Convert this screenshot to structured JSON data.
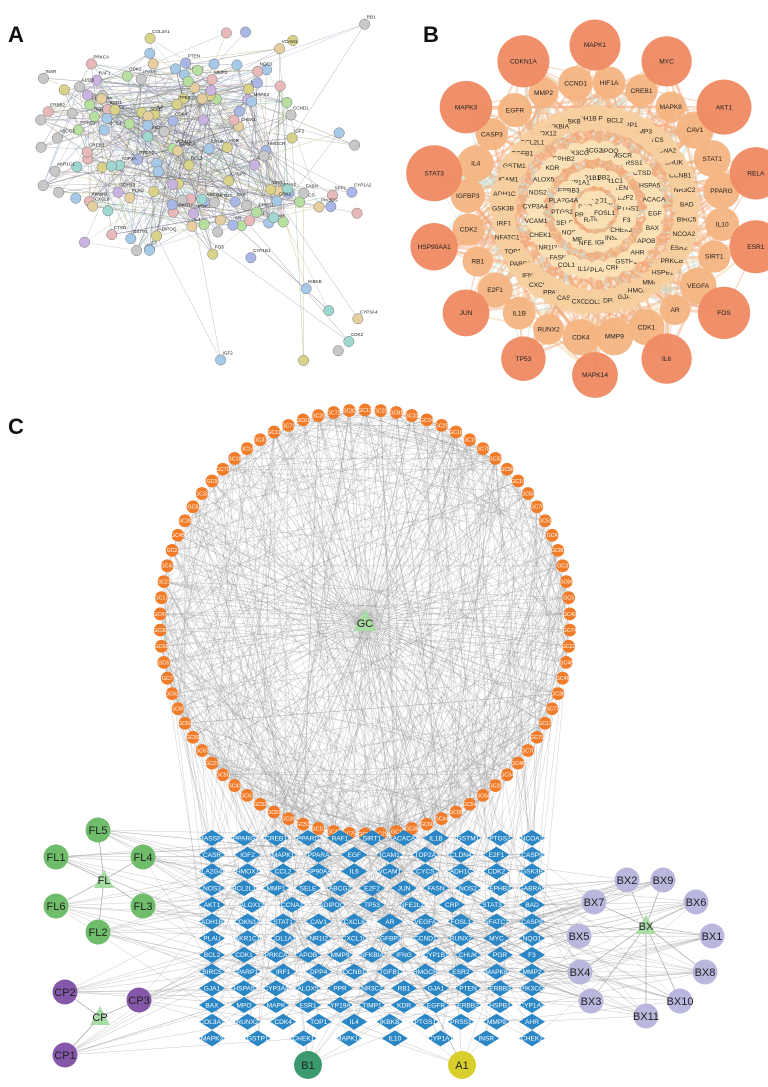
{
  "panels": {
    "a": "A",
    "b": "B",
    "c": "C"
  },
  "colors": {
    "gc_node": "#f07c2a",
    "target_node": "#2a86c4",
    "edge": "#9a9a9a",
    "fl": "#6fbd6a",
    "cp": "#8457a8",
    "bx": "#b9b7dd",
    "b1": "#3a9a6e",
    "a1": "#d9cf2c",
    "hub": "#a9dba4"
  },
  "panel_a": {
    "labels": [
      "IGF2",
      "CDK2",
      "CYCS",
      "CHUK",
      "CCNA2",
      "CDK4",
      "FOS",
      "BCL2",
      "NQO1",
      "ADH1C",
      "ADH1B",
      "MPO",
      "HMOX1",
      "ESR1",
      "PPARG",
      "PLA2G4A",
      "PTGS2",
      "ALOX5",
      "CHEK1",
      "RAF1",
      "VCAM1",
      "ALOX12",
      "CDKN1A",
      "NFE2L2",
      "TOP2A",
      "IL4",
      "HMGCR",
      "ADIPOQ",
      "COL3A1",
      "CREB1",
      "CCND1",
      "CXCL8",
      "CTSD",
      "ABCG2",
      "SIRT1",
      "ABCC1",
      "PRKCA",
      "IL6",
      "GSTP1",
      "PLAU",
      "ERBB2",
      "CRP",
      "APOB",
      "MAPK3",
      "TP53",
      "CASP3",
      "PTEN",
      "MMP2",
      "AR",
      "SELE",
      "KDR",
      "ICAM1",
      "ACACA",
      "FASN",
      "NR3C2",
      "IGF2",
      "F3",
      "CDK1",
      "EPHB2",
      "PRSS1",
      "SPP1",
      "GSTM1",
      "CYP1B1",
      "CYP1A2",
      "CYP3A4",
      "VCAM1",
      "RB1",
      "AKR1C1",
      "ABCG2",
      "IKBKB",
      "PIK3CG",
      "EGF",
      "INSR"
    ]
  },
  "panel_b": {
    "outer_nodes": [
      "MAPK1",
      "MYC",
      "AKT1",
      "RELA",
      "ESR1",
      "FOS",
      "IL6",
      "MAPK14",
      "TP53",
      "JUN",
      "HSP90AA1",
      "STAT3",
      "MAPK3",
      "CDKN1A",
      "HIF1A",
      "CREB1",
      "MAPK8",
      "CAV1",
      "STAT1",
      "PPARG",
      "IL10",
      "SIRT1",
      "VEGFA",
      "AR",
      "CDK1",
      "MMP9",
      "CDK4",
      "RUNX2",
      "IL1B",
      "E2F1",
      "RB1",
      "CDK2",
      "IGFBP3",
      "IL4",
      "CASP3",
      "EGFR",
      "MMP2",
      "CCND1",
      "BCL2",
      "SPP1",
      "MMP3",
      "CYCS",
      "CCNA2",
      "CHUK",
      "CCNB1",
      "NR3C2",
      "BAD",
      "BIRC5",
      "NCOA2",
      "ESR2",
      "PRKCB",
      "HSPB1",
      "MMP1",
      "HMOX1",
      "GJA1",
      "DPP4",
      "COL3A1",
      "CXCL8",
      "CASP8",
      "PPARA",
      "CXCL10",
      "IFNG",
      "PARP1",
      "TOP1",
      "NFATC1",
      "IRF1",
      "GSK3B",
      "ADH1C",
      "ICAM1",
      "GSTM1",
      "TGFB1",
      "BCL2L1",
      "ALOX12",
      "NFKBIA",
      "IKBKB",
      "ADH1B",
      "TOP2A"
    ],
    "inner_nodes": [
      "BAX",
      "APOB",
      "AHR",
      "GSTP1",
      "CRP",
      "PLAU",
      "IL1A",
      "COL1A1",
      "FASN",
      "NR1I2",
      "CHEK1",
      "VCAM1",
      "CYP3A4",
      "NOS2",
      "ALOX5",
      "KDR",
      "EPHB2",
      "PIK3CG",
      "ABCG2",
      "ADIPOQ",
      "HMGCR",
      "PRSS1",
      "CTSD",
      "HSPA5",
      "ACACA",
      "EGF",
      "F3",
      "CHEK2",
      "INSR",
      "IGF2",
      "NFE2L2",
      "MPO",
      "NOS3",
      "SELE",
      "PTGS2",
      "PLA2G4A",
      "ERBB3",
      "CYP1A1",
      "CYP1B1",
      "ERBB2",
      "AKR1C1",
      "PTEN",
      "E2F2",
      "PTGS1",
      "FOSL1",
      "TIMP1",
      "RAF1",
      "PRKCA",
      "PGR",
      "CCL2",
      "NQO1",
      "CHUK"
    ]
  },
  "panel_c": {
    "hub_labels": {
      "gc": "GC",
      "fl": "FL",
      "cp": "CP",
      "bx": "BX",
      "b1": "B1",
      "a1": "A1"
    },
    "gc_nodes": [
      "GC13",
      "GC23",
      "GC81",
      "GC31",
      "GC24",
      "GC25",
      "GC16",
      "GC15",
      "GC78",
      "GC32",
      "GC56",
      "GC19",
      "GC58",
      "GC76",
      "GC51",
      "GC4",
      "GC80",
      "GC3",
      "GC66",
      "GC5",
      "GC42",
      "GC74",
      "GC22",
      "GC48",
      "GC49",
      "GC36",
      "GC77",
      "GC12",
      "GC73",
      "GC70",
      "GC46",
      "GC34",
      "GC28",
      "GC64",
      "GC54",
      "GC55",
      "GC44",
      "GC60",
      "GC38",
      "GC1",
      "GC29",
      "GC26",
      "GC75",
      "GC40",
      "GC10",
      "GC53",
      "GC39",
      "GC57",
      "GC52",
      "GC63",
      "GC41",
      "GC50",
      "GC27",
      "GC67",
      "GC59",
      "GC69",
      "GC65",
      "GC62",
      "GC7",
      "GC6",
      "GC68",
      "GC30",
      "GC47",
      "GC17",
      "GC21",
      "GC43",
      "GC2",
      "GC45",
      "GC35",
      "GC8",
      "GC33",
      "GC9",
      "GC79",
      "GC18",
      "GC14",
      "GC37",
      "GC11",
      "GC71",
      "GC61",
      "GC20",
      "GC72",
      "GC82"
    ],
    "fl_nodes": [
      "FL5",
      "FL1",
      "FL4",
      "FL6",
      "FL3",
      "FL2"
    ],
    "cp_nodes": [
      "CP2",
      "CP3",
      "CP1"
    ],
    "bx_nodes": [
      "BX2",
      "BX9",
      "BX7",
      "BX6",
      "BX5",
      "BX1",
      "BX4",
      "BX8",
      "BX3",
      "BX10",
      "BX11"
    ],
    "target_rows": [
      [
        "RASSF1",
        "PPARG",
        "CREB1",
        "PPARD",
        "RAF1",
        "SIRT1",
        "ACACA",
        "IL1B",
        "GSTM1",
        "PTGS2",
        "NCOA2"
      ],
      [
        "CASR",
        "IGF2",
        "MAPK1",
        "PPARA",
        "EGF",
        "ICAM1",
        "TOP2A",
        "CLDN4",
        "E2F1",
        "CASP9"
      ],
      [
        "PLA2G4A",
        "HMOX1",
        "CCL2",
        "HSP90AA1",
        "IL6",
        "VCAM1",
        "CYCS",
        "ADH1C",
        "CDK2",
        "GSK3B"
      ],
      [
        "NOS3",
        "BCL2L1",
        "MMP1",
        "SELE",
        "ABCG2",
        "E2F2",
        "JUN",
        "FASN",
        "NOS2",
        "EPHB2",
        "GABRA5"
      ],
      [
        "AKT1",
        "ALOX12",
        "CCNA2",
        "ADIPOQ",
        "TP53",
        "NFE2L2",
        "CRP",
        "STAT3",
        "BAD"
      ],
      [
        "ADH1B",
        "CDKN1A",
        "STAT1",
        "CAV1",
        "CXCL8",
        "AR",
        "VEGFA",
        "FOSL1",
        "NFATC1",
        "CASP8"
      ],
      [
        "PLAU",
        "AKR1C1",
        "COL1A1",
        "NR1I2",
        "CXCL10",
        "IGFBP3",
        "CCND1",
        "RUNX2",
        "MYC",
        "NQO1"
      ],
      [
        "BCL2",
        "CDK1",
        "PRKCA",
        "APOB",
        "MMP9",
        "NFKBIA",
        "IFNG",
        "CYP1B1",
        "CHUK",
        "PGR",
        "F3"
      ],
      [
        "BIRC5",
        "PARP1",
        "IRF1",
        "DPP4",
        "OCNB1",
        "TGFB1",
        "HMGCR",
        "ESR2",
        "MAPK8",
        "MMP2"
      ],
      [
        "GJA1",
        "HSPA5",
        "CYP3A4",
        "ALOX5",
        "PPR",
        "NR3C2",
        "RB1",
        "GJA1",
        "PTEN",
        "ERBB3",
        "PIK3CG"
      ],
      [
        "BAX",
        "MPO",
        "MAPK",
        "ESR1",
        "CYP19A1",
        "TIMP1",
        "KDR",
        "EGFR",
        "ERBB2",
        "HSPB1",
        "CYP1A2"
      ],
      [
        "COL3A1",
        "RUNX2",
        "CDK4",
        "TOP1",
        "IL4",
        "IKBKB",
        "PTGS1",
        "PRSS1",
        "MMP9",
        "AHR"
      ],
      [
        "MAPK3",
        "GSTP1",
        "CHEK1",
        "MAPK14",
        "IL10",
        "CYP1A1",
        "INSR",
        "CHEK2"
      ]
    ]
  }
}
